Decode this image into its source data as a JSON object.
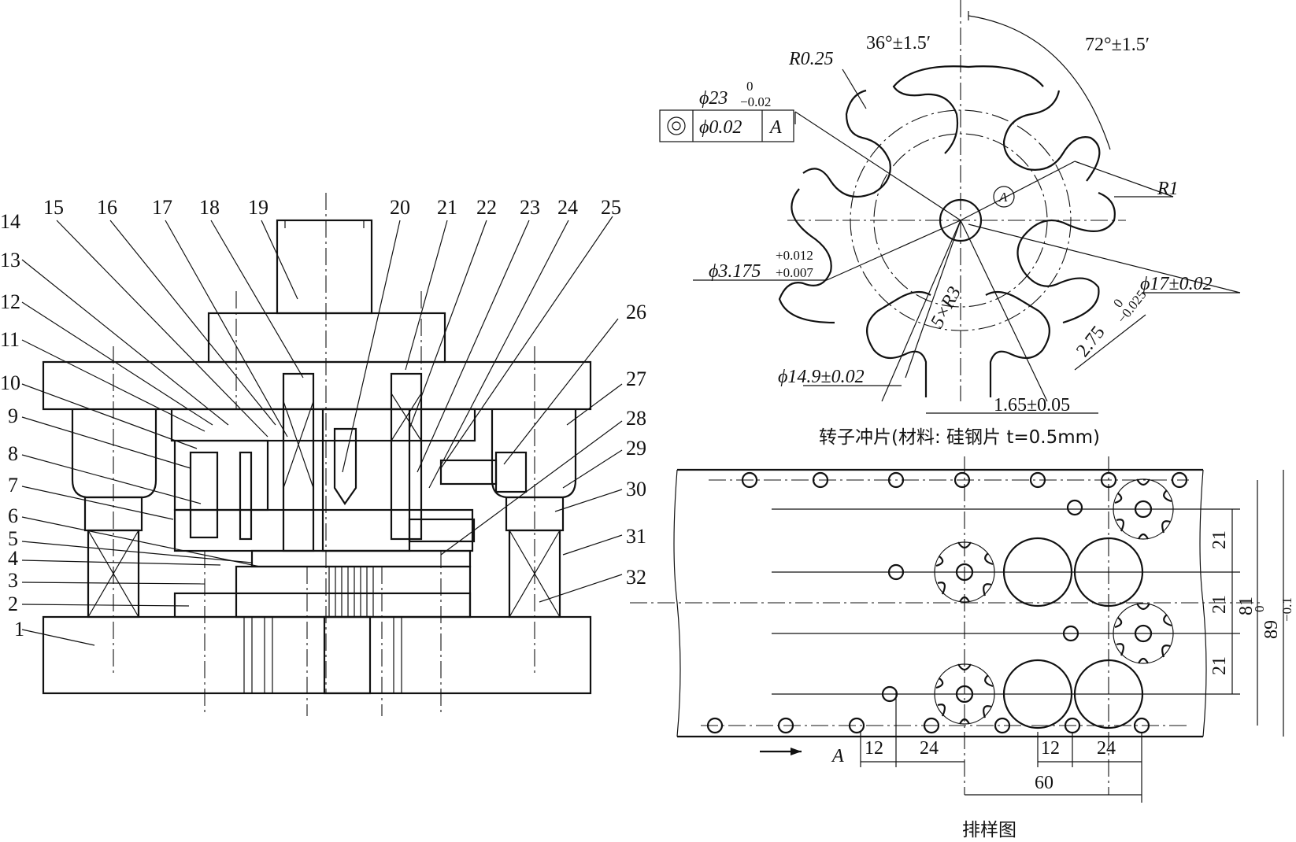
{
  "die_assembly": {
    "part_numbers": [
      "1",
      "2",
      "3",
      "4",
      "5",
      "6",
      "7",
      "8",
      "9",
      "10",
      "11",
      "12",
      "13",
      "14",
      "15",
      "16",
      "17",
      "18",
      "19",
      "20",
      "21",
      "22",
      "23",
      "24",
      "25",
      "26",
      "27",
      "28",
      "29",
      "30",
      "31",
      "32"
    ]
  },
  "rotor_lamination": {
    "caption": "转子冲片(材料: 硅钢片 t=0.5mm)",
    "dimensions": {
      "angle_36": "36°±1.5′",
      "angle_72": "72°±1.5′",
      "r025": "R0.25",
      "dia23": "ϕ23",
      "dia23_upper": "0",
      "dia23_lower": "−0.02",
      "r1": "R1",
      "dia3175": "ϕ3.175",
      "dia3175_upper": "+0.012",
      "dia3175_lower": "+0.007",
      "dia17": "ϕ17±0.02",
      "r3": "5×R3",
      "slot_width": "2.75",
      "slot_upper": "0",
      "slot_lower": "−0.025",
      "dia149": "ϕ14.9±0.02",
      "gap": "1.65±0.05",
      "datum_label": "A"
    },
    "tolerance_frame": {
      "symbol": "concentricity-icon",
      "value": "ϕ0.02",
      "datum": "A"
    }
  },
  "strip_layout": {
    "caption": "排样图",
    "feed_label": "A",
    "dims": {
      "d12a": "12",
      "d24a": "24",
      "d12b": "12",
      "d24b": "24",
      "d60": "60",
      "d21a": "21",
      "d21b": "21",
      "d21c": "21",
      "d81": "81",
      "d89": "89",
      "d89_upper": "0",
      "d89_lower": "−0.1"
    }
  }
}
